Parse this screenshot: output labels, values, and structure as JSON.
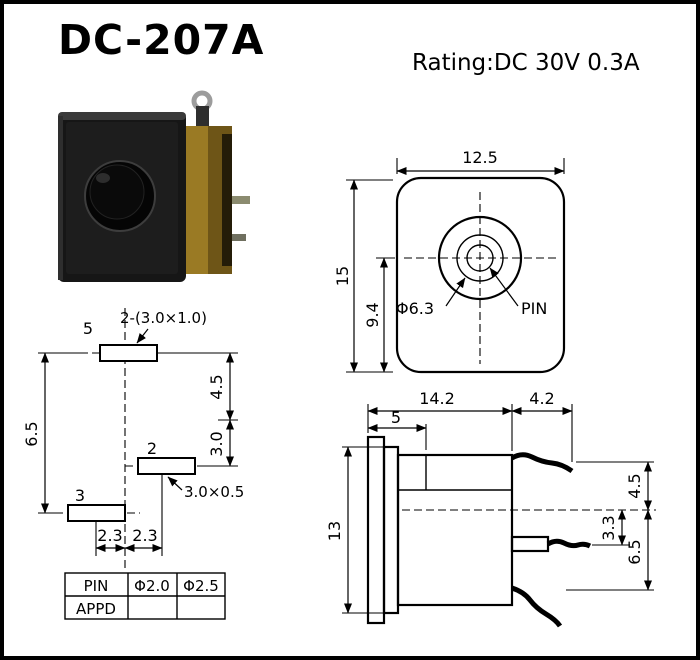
{
  "header": {
    "model": "DC-207A",
    "rating": "Rating:DC 30V 0.3A"
  },
  "front_view": {
    "width": "12.5",
    "height": "15",
    "center_to_bottom": "9.4",
    "barrel_diameter": "Φ6.3",
    "pin_label": "PIN"
  },
  "footprint": {
    "pad1_label": "5",
    "slot_note": "2-(3.0×1.0)",
    "dim_upper": "4.5",
    "dim_lower": "3.0",
    "dim_left": "6.5",
    "pad2_label": "2",
    "pad3_label": "3",
    "pad_size_note": "3.0×0.5",
    "offset_left": "2.3",
    "offset_right": "2.3"
  },
  "spec_table": {
    "rows": [
      {
        "c1": "PIN",
        "c2": "Φ2.0",
        "c3": "Φ2.5"
      },
      {
        "c1": "APPD",
        "c2": "",
        "c3": ""
      }
    ]
  },
  "side_view": {
    "body_length": "14.2",
    "pin_length": "4.2",
    "front_depth": "5",
    "body_height": "13",
    "pin_mid_offset": "3.3",
    "pin_top_offset": "4.5",
    "pin_bottom_offset": "6.5"
  }
}
